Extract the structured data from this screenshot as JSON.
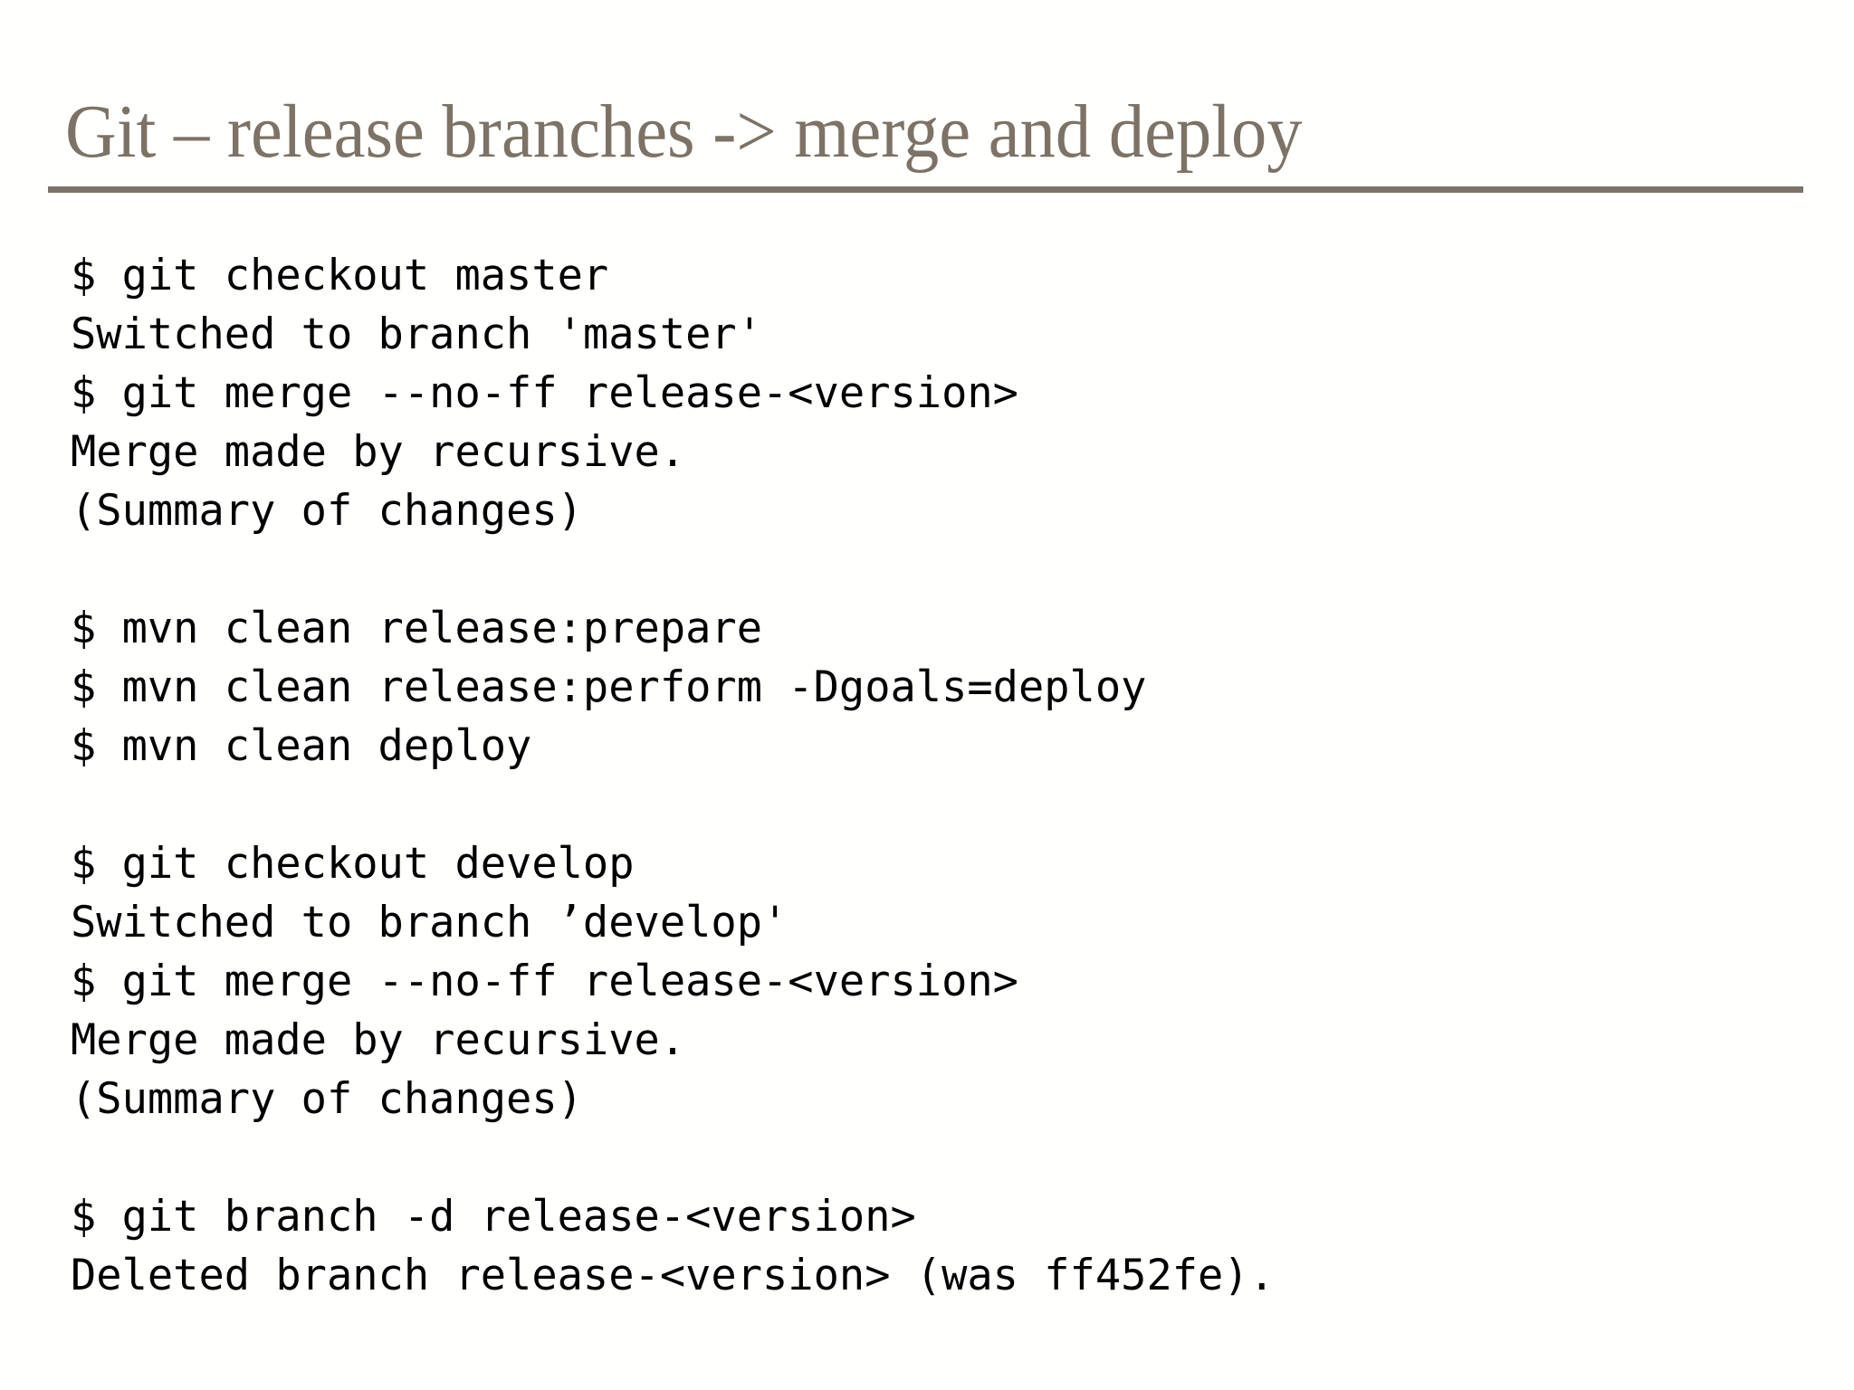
{
  "slide": {
    "title": "Git – release branches -> merge and deploy",
    "title_color": "#7d7266",
    "rule_color": "#7d7268",
    "background_color": "#fffffe",
    "code_color": "#000000"
  },
  "terminal": {
    "lines": [
      "$ git checkout master",
      "Switched to branch 'master'",
      "$ git merge --no-ff release-<version>",
      "Merge made by recursive.",
      "(Summary of changes)",
      "",
      "$ mvn clean release:prepare",
      "$ mvn clean release:perform -Dgoals=deploy",
      "$ mvn clean deploy",
      "",
      "$ git checkout develop",
      "Switched to branch ’develop'",
      "$ git merge --no-ff release-<version>",
      "Merge made by recursive.",
      "(Summary of changes)",
      "",
      "$ git branch -d release-<version>",
      "Deleted branch release-<version> (was ff452fe)."
    ]
  }
}
